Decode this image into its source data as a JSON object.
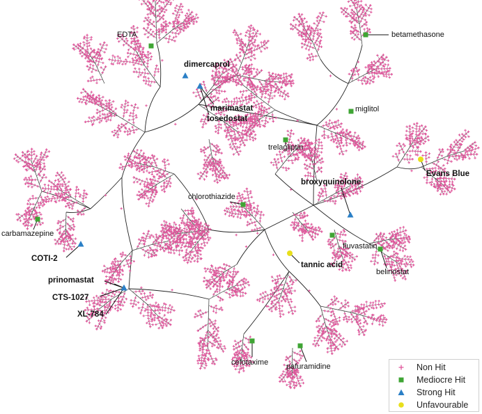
{
  "legend": {
    "items": [
      {
        "label": "Non Hit",
        "shape": "cross",
        "color": "#e0559b"
      },
      {
        "label": "Mediocre Hit",
        "shape": "square",
        "color": "#3fa534"
      },
      {
        "label": "Strong Hit",
        "shape": "triangle",
        "color": "#2a7fc6"
      },
      {
        "label": "Unfavourable",
        "shape": "circle",
        "color": "#e8df1c"
      }
    ]
  },
  "colors": {
    "edge": "#222222",
    "non_hit": "#e0559b",
    "mediocre": "#3fa534",
    "strong": "#2a7fc6",
    "unfavourable": "#e8df1c"
  },
  "compounds": [
    {
      "name": "EDTA",
      "category": "mediocre",
      "bold": false
    },
    {
      "name": "dimercaprol",
      "category": "strong",
      "bold": true
    },
    {
      "name": "marimastat",
      "category": "strong",
      "bold": true
    },
    {
      "name": "tosedostat",
      "category": "strong",
      "bold": true
    },
    {
      "name": "betamethasone",
      "category": "mediocre",
      "bold": false
    },
    {
      "name": "miglitol",
      "category": "mediocre",
      "bold": false
    },
    {
      "name": "trelagliptin",
      "category": "mediocre",
      "bold": false
    },
    {
      "name": "Evans Blue",
      "category": "unfavourable",
      "bold": true
    },
    {
      "name": "broxyquinolone",
      "category": "strong",
      "bold": true
    },
    {
      "name": "chlorothiazide",
      "category": "mediocre",
      "bold": false
    },
    {
      "name": "carbamazepine",
      "category": "mediocre",
      "bold": false
    },
    {
      "name": "COTI-2",
      "category": "strong",
      "bold": true
    },
    {
      "name": "fluvastatin",
      "category": "mediocre",
      "bold": false
    },
    {
      "name": "tannic acid",
      "category": "unfavourable",
      "bold": true
    },
    {
      "name": "belinostat",
      "category": "mediocre",
      "bold": false
    },
    {
      "name": "prinomastat",
      "category": "strong",
      "bold": true
    },
    {
      "name": "CTS-1027",
      "category": "strong",
      "bold": true
    },
    {
      "name": "XL-784",
      "category": "strong",
      "bold": true
    },
    {
      "name": "cefotaxime",
      "category": "mediocre",
      "bold": false
    },
    {
      "name": "pafuramidine",
      "category": "mediocre",
      "bold": false
    }
  ]
}
